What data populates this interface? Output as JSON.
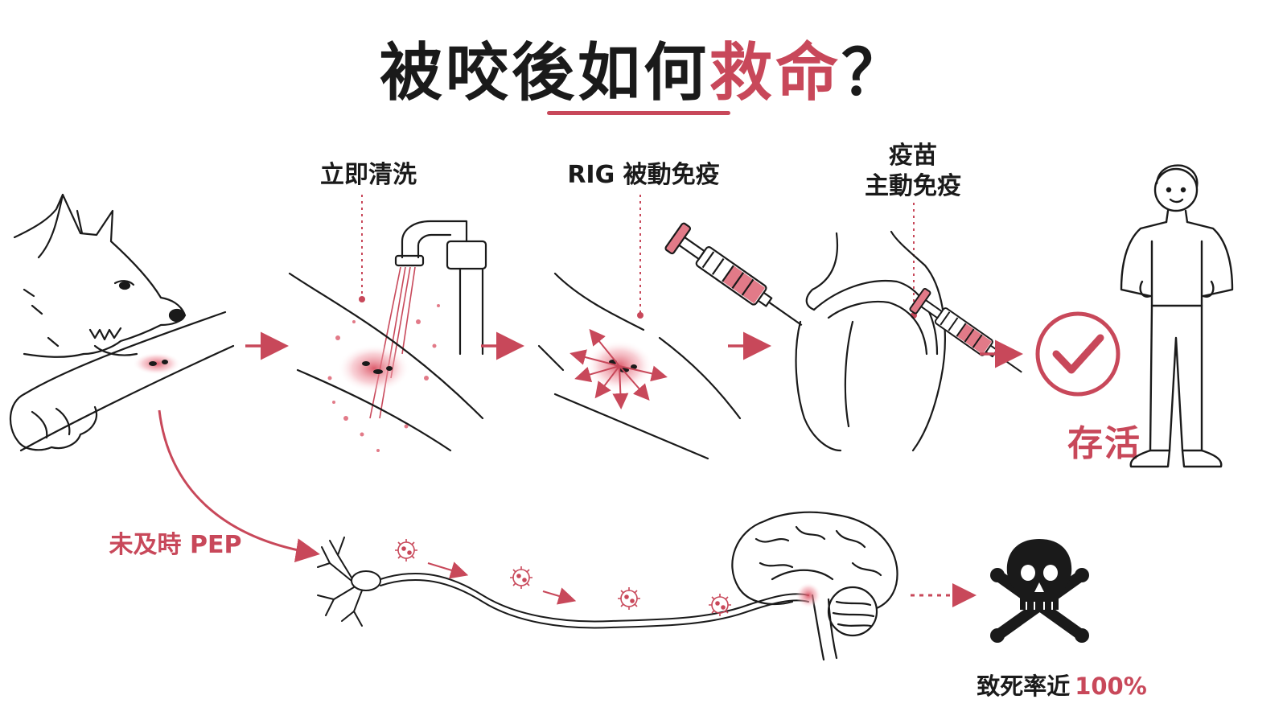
{
  "title": {
    "main": "被咬後如何",
    "accent": "救命",
    "suffix": "？"
  },
  "steps": [
    {
      "label": "立即清洗"
    },
    {
      "label": "RIG 被動免疫"
    },
    {
      "label_line1": "疫苗",
      "label_line2": "主動免疫"
    }
  ],
  "outcome_good": {
    "label": "存活"
  },
  "missed_path": {
    "label": "未及時 PEP"
  },
  "outcome_bad": {
    "label": "致死率近",
    "percent": "100%"
  },
  "colors": {
    "accent": "#c8485a",
    "ink": "#1a1a1a",
    "wound": "#e27a88"
  },
  "icons": [
    "dog-bite-illustration",
    "faucet-icon",
    "syringe-icon",
    "check-circle-icon",
    "person-icon",
    "neuron-icon",
    "virus-icon",
    "brain-icon",
    "skull-crossbones-icon"
  ]
}
